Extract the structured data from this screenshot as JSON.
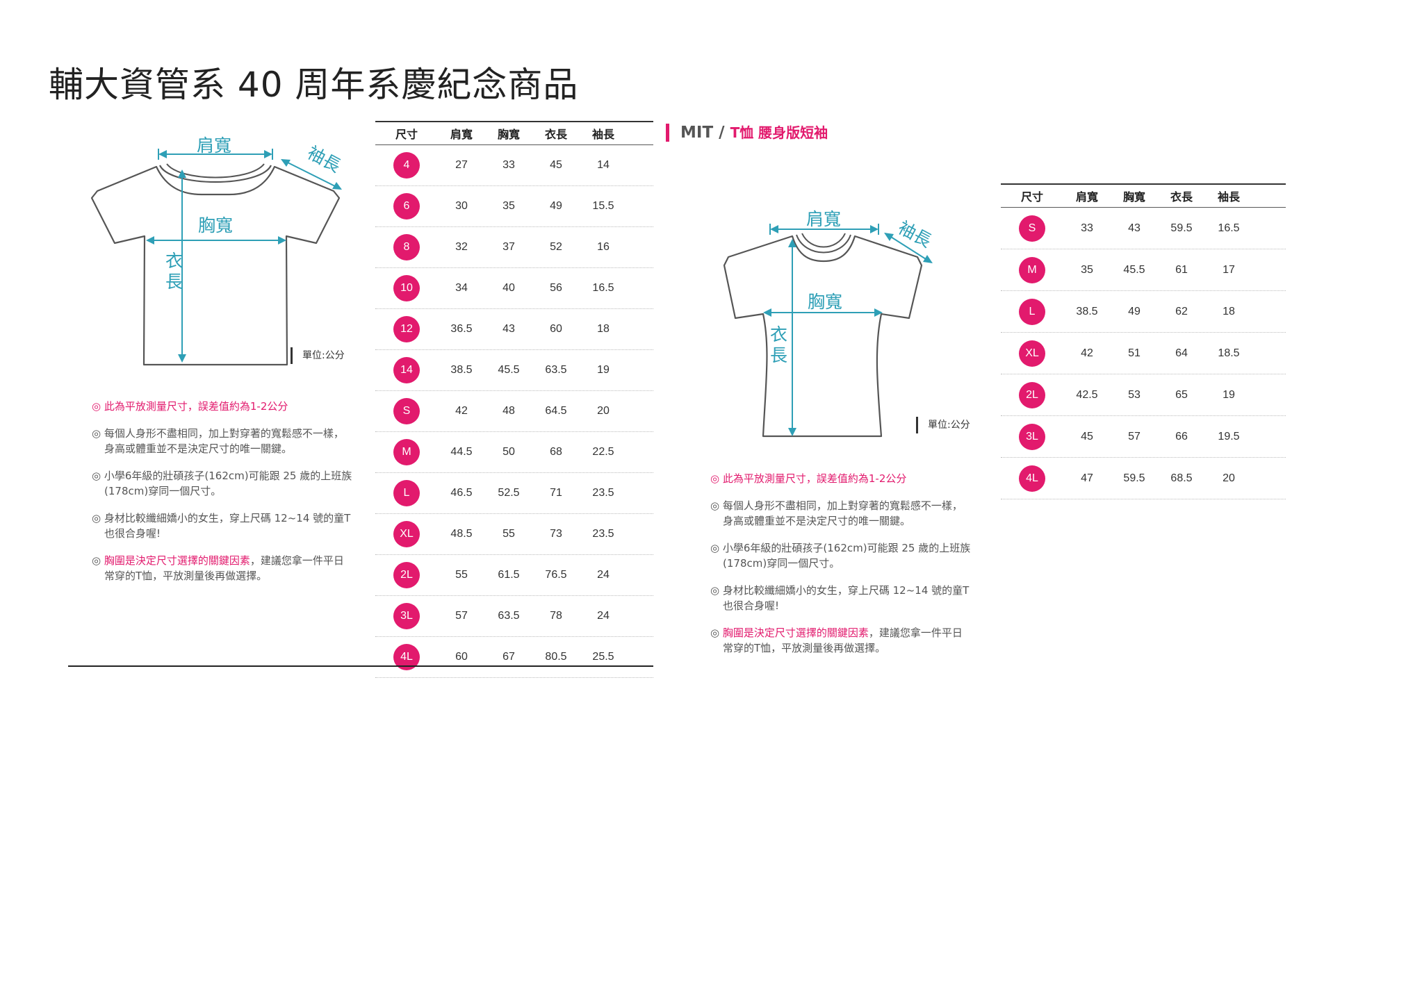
{
  "title": "輔大資管系 40 周年系慶紀念商品",
  "colors": {
    "accent": "#e21a6d",
    "teal": "#2e9fb6"
  },
  "unit_label": "單位:公分",
  "diagram_labels": {
    "shoulder": "肩寬",
    "sleeve": "袖長",
    "chest": "胸寬",
    "length_1": "衣",
    "length_2": "長"
  },
  "table_headers": [
    "尺寸",
    "肩寬",
    "胸寬",
    "衣長",
    "袖長"
  ],
  "table1": [
    [
      "4",
      "27",
      "33",
      "45",
      "14"
    ],
    [
      "6",
      "30",
      "35",
      "49",
      "15.5"
    ],
    [
      "8",
      "32",
      "37",
      "52",
      "16"
    ],
    [
      "10",
      "34",
      "40",
      "56",
      "16.5"
    ],
    [
      "12",
      "36.5",
      "43",
      "60",
      "18"
    ],
    [
      "14",
      "38.5",
      "45.5",
      "63.5",
      "19"
    ],
    [
      "S",
      "42",
      "48",
      "64.5",
      "20"
    ],
    [
      "M",
      "44.5",
      "50",
      "68",
      "22.5"
    ],
    [
      "L",
      "46.5",
      "52.5",
      "71",
      "23.5"
    ],
    [
      "XL",
      "48.5",
      "55",
      "73",
      "23.5"
    ],
    [
      "2L",
      "55",
      "61.5",
      "76.5",
      "24"
    ],
    [
      "3L",
      "57",
      "63.5",
      "78",
      "24"
    ],
    [
      "4L",
      "60",
      "67",
      "80.5",
      "25.5"
    ]
  ],
  "table2": [
    [
      "S",
      "33",
      "43",
      "59.5",
      "16.5"
    ],
    [
      "M",
      "35",
      "45.5",
      "61",
      "17"
    ],
    [
      "L",
      "38.5",
      "49",
      "62",
      "18"
    ],
    [
      "XL",
      "42",
      "51",
      "64",
      "18.5"
    ],
    [
      "2L",
      "42.5",
      "53",
      "65",
      "19"
    ],
    [
      "3L",
      "45",
      "57",
      "66",
      "19.5"
    ],
    [
      "4L",
      "47",
      "59.5",
      "68.5",
      "20"
    ]
  ],
  "product": {
    "brand": "MIT",
    "sep": "/",
    "name": "T恤 腰身版短袖"
  },
  "notes": {
    "n1": "◎ 此為平放測量尺寸，誤差值約為1-2公分",
    "n2a": "◎ 每個人身形不盡相同，加上對穿著的寬鬆感不一樣，",
    "n2b": "身高或體重並不是決定尺寸的唯一關鍵。",
    "n3a": "◎ 小學6年級的壯碩孩子(162cm)可能跟 25 歲的上班族",
    "n3b": "(178cm)穿同一個尺寸。",
    "n4a": "◎ 身材比較纖細嬌小的女生，穿上尺碼 12~14 號的童T",
    "n4b": "也很合身喔!",
    "n5_prefix": "◎ ",
    "n5_pink": "胸圍是決定尺寸選擇的關鍵因素",
    "n5_rest": "，建議您拿一件平日",
    "n5b": "常穿的T恤，平放測量後再做選擇。"
  }
}
